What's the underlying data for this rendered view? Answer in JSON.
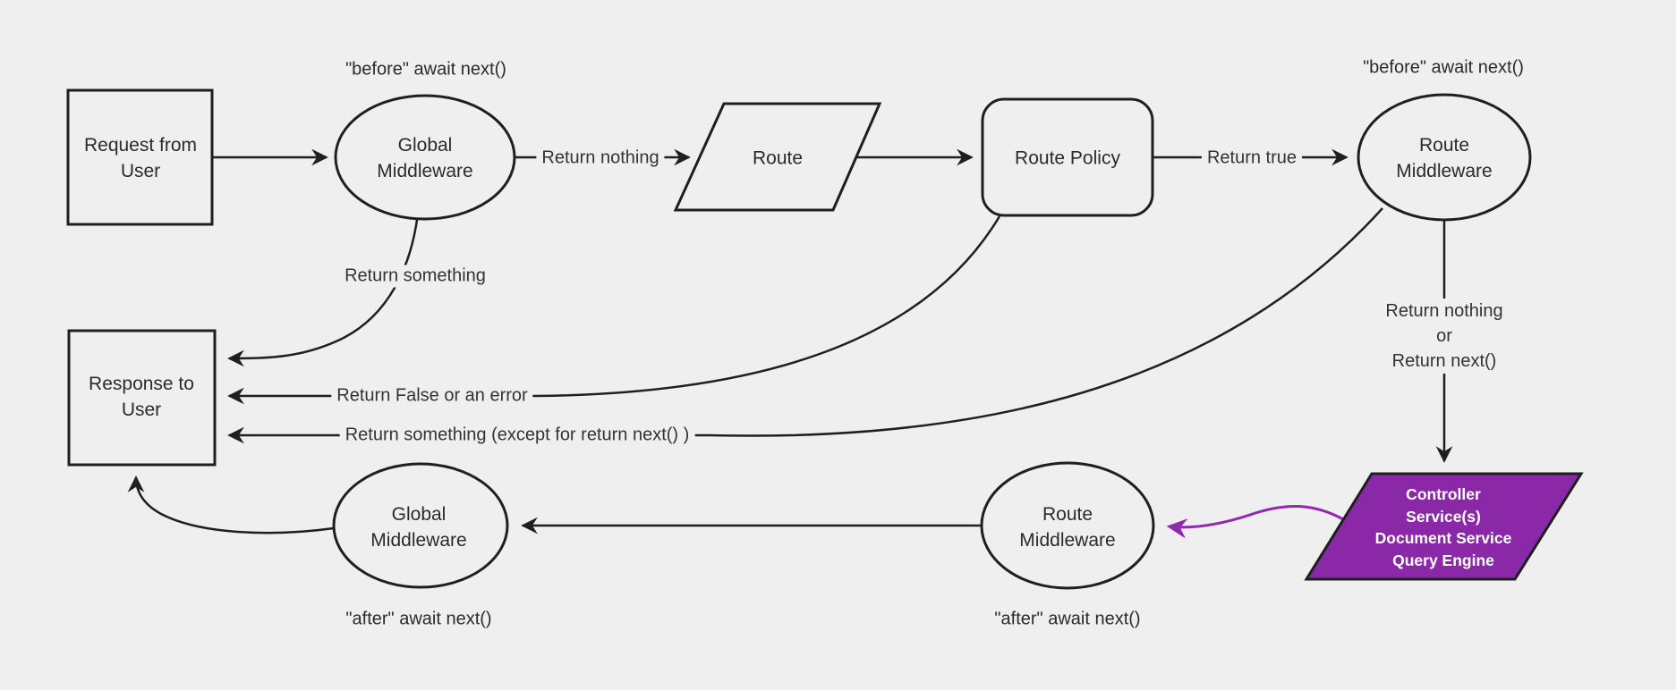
{
  "colors": {
    "background": "#efefef",
    "node_fill": "#efefef",
    "stroke": "#1f1f1f",
    "text": "#2b2b2b",
    "purple_fill": "#8b28a8",
    "purple_arrow": "#9128b0",
    "controller_text": "#ffffff"
  },
  "nodes": {
    "request_from_user": {
      "lines": [
        "Request from",
        "User"
      ]
    },
    "global_middleware_before": {
      "lines": [
        "Global",
        "Middleware"
      ],
      "annotation": "\"before\" await next()"
    },
    "route": {
      "label": "Route"
    },
    "route_policy": {
      "label": "Route Policy"
    },
    "route_middleware_before": {
      "lines": [
        "Route",
        "Middleware"
      ],
      "annotation": "\"before\" await next()"
    },
    "response_to_user": {
      "lines": [
        "Response to",
        "User"
      ]
    },
    "controller_services": {
      "lines": [
        "Controller",
        "Service(s)",
        "Document Service",
        "Query Engine"
      ]
    },
    "route_middleware_after": {
      "lines": [
        "Route",
        "Middleware"
      ],
      "annotation": "\"after\" await next()"
    },
    "global_middleware_after": {
      "lines": [
        "Global",
        "Middleware"
      ],
      "annotation": "\"after\" await next()"
    }
  },
  "edge_labels": {
    "return_nothing": "Return nothing",
    "return_true": "Return true",
    "return_something": "Return something",
    "return_false_or_error": "Return False or an error",
    "return_something_except": "Return something (except for return next() )",
    "return_nothing_or_next": {
      "lines": [
        "Return nothing",
        "or",
        "Return next()"
      ]
    }
  }
}
